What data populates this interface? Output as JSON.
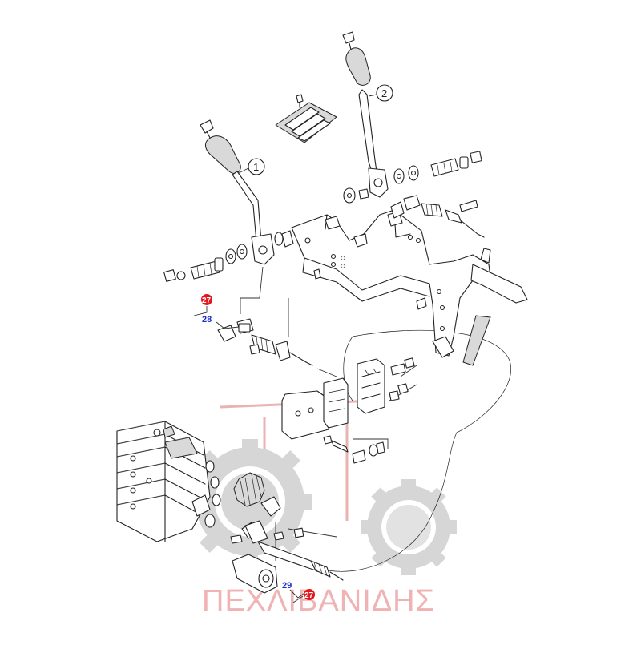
{
  "diagram": {
    "callouts": {
      "lever_1": "1",
      "lever_2": "2",
      "part_27_top": "27",
      "part_28": "28",
      "part_29": "29",
      "part_27_bottom": "27"
    },
    "watermark": {
      "brand_text": "ΠΕΧΛΙΒΑΝΙΔΗΣ"
    },
    "colors": {
      "callout_blue": "#1a2dc9",
      "callout_red": "#e3161b",
      "watermark_red": "#f0b3b3",
      "watermark_gray": "#d6d6d6"
    }
  }
}
